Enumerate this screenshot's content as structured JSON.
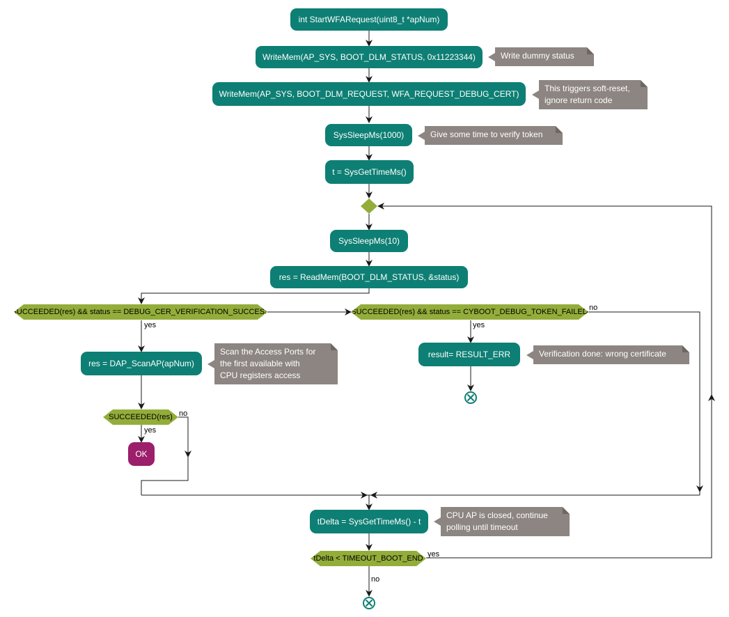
{
  "colors": {
    "action": "#0e7f74",
    "note": "#8c8581",
    "condition": "#93ad3a",
    "ok": "#9b1f6a",
    "line": "#1a1a1a"
  },
  "actions": {
    "start": "int StartWFARequest(uint8_t *apNum)",
    "write_status": "WriteMem(AP_SYS, BOOT_DLM_STATUS, 0x11223344)",
    "write_request": "WriteMem(AP_SYS, BOOT_DLM_REQUEST, WFA_REQUEST_DEBUG_CERT)",
    "sleep_1000": "SysSleepMs(1000)",
    "get_time": "t = SysGetTimeMs()",
    "sleep_10": "SysSleepMs(10)",
    "read_mem": "res = ReadMem(BOOT_DLM_STATUS, &status)",
    "scan_ap": "res = DAP_ScanAP(apNum)",
    "result_err": "result= RESULT_ERR",
    "ok": "OK",
    "delta": "tDelta = SysGetTimeMs() - t"
  },
  "notes": {
    "dummy": "Write dummy status",
    "soft_reset": "This triggers soft-reset,\nignore return code",
    "verify_token": "Give some time to verify token",
    "scan_ports": "Scan the Access Ports for\nthe first available with\nCPU registers access",
    "wrong_cert": "Verification done: wrong certificate",
    "cpu_ap_closed": "CPU AP is closed, continue\npolling until timeout"
  },
  "conditions": {
    "success": "SUCCEEDED(res) && status == DEBUG_CER_VERIFICATION_SUCCESS",
    "token_failed": "SUCCEEDED(res) && status == CYBOOT_DEBUG_TOKEN_FAILED",
    "scan_ok": "SUCCEEDED(res)",
    "timeout": "tDelta < TIMEOUT_BOOT_END"
  },
  "labels": {
    "yes": "yes",
    "no": "no"
  },
  "icons": {
    "stop": "stop-circle-x-icon",
    "merge": "diamond-merge-icon",
    "arrow": "arrow-head-icon"
  }
}
